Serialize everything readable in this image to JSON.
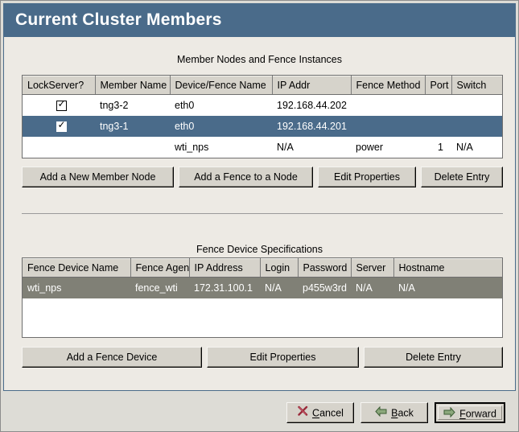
{
  "window": {
    "title": "Current Cluster Members"
  },
  "members_section": {
    "caption": "Member Nodes and Fence Instances",
    "columns": [
      "LockServer?",
      "Member Name",
      "Device/Fence Name",
      "IP Addr",
      "Fence Method",
      "Port",
      "Switch"
    ],
    "rows": [
      {
        "lockserver_checked": true,
        "member_name": "tng3-2",
        "device_fence_name": "eth0",
        "ip_addr": "192.168.44.202",
        "fence_method": "",
        "port": "",
        "switch": "",
        "selected": false
      },
      {
        "lockserver_checked": true,
        "member_name": "tng3-1",
        "device_fence_name": "eth0",
        "ip_addr": "192.168.44.201",
        "fence_method": "",
        "port": "",
        "switch": "",
        "selected": true
      },
      {
        "lockserver_checked": false,
        "member_name": "",
        "device_fence_name": "wti_nps",
        "ip_addr": "N/A",
        "fence_method": "power",
        "port": "1",
        "switch": "N/A",
        "selected": false
      }
    ],
    "buttons": {
      "add_member": "Add a New Member Node",
      "add_fence": "Add a Fence to a Node",
      "edit_properties": "Edit Properties",
      "delete_entry": "Delete Entry"
    }
  },
  "fence_section": {
    "caption": "Fence Device Specifications",
    "columns": [
      "Fence Device Name",
      "Fence Agent",
      "IP Address",
      "Login",
      "Password",
      "Server",
      "Hostname"
    ],
    "rows": [
      {
        "fence_device_name": "wti_nps",
        "fence_agent": "fence_wti",
        "ip_address": "172.31.100.1",
        "login": "N/A",
        "password": "p455w3rd",
        "server": "N/A",
        "hostname": "N/A",
        "selected": true
      }
    ],
    "buttons": {
      "add_fence_device": "Add a Fence Device",
      "edit_properties": "Edit Properties",
      "delete_entry": "Delete Entry"
    }
  },
  "footer": {
    "cancel": {
      "label": "Cancel",
      "mnemonic": "C",
      "rest": "ancel",
      "icon": "cancel-x-icon"
    },
    "back": {
      "label": "Back",
      "mnemonic": "B",
      "rest": "ack",
      "icon": "arrow-left-icon"
    },
    "forward": {
      "label": "Forward",
      "mnemonic": "F",
      "rest": "orward",
      "icon": "arrow-right-icon"
    }
  },
  "colors": {
    "titlebar": "#4a6b8a",
    "panel": "#edeae4",
    "selection_focused": "#4a6b8a",
    "selection_unfocused": "#808076",
    "header": "#d6d3cb",
    "footer": "#dddcd6"
  }
}
